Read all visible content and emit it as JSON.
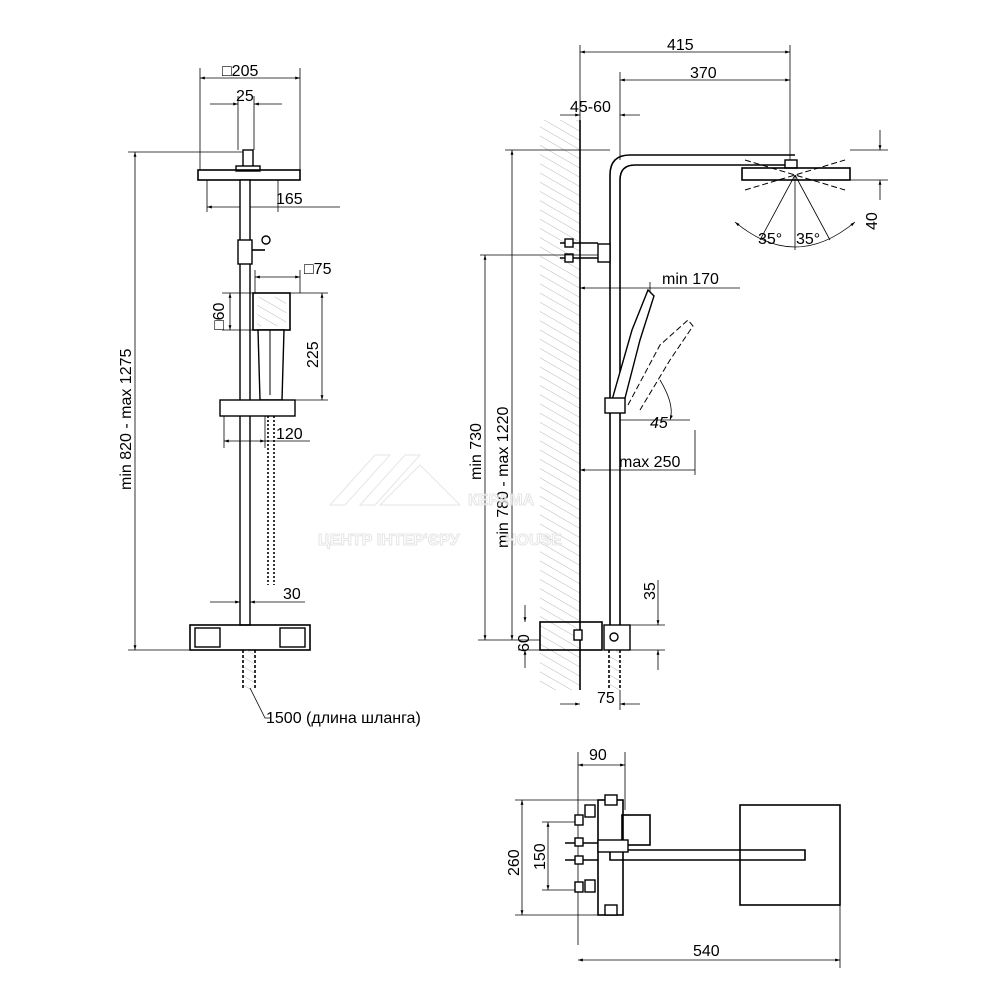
{
  "front_view": {
    "head_size": "□205",
    "connector": "25",
    "head_depth": "165",
    "hand_shower_width": "□75",
    "hand_shower_height": "□60",
    "hand_shower_length": "225",
    "holder_offset": "120",
    "bar_offset": "30",
    "total_height": "min 820 - max 1275",
    "hose_note": "1500 (длина шланга)"
  },
  "side_view": {
    "reach_total": "415",
    "arm_length": "370",
    "wall_offset": "45-60",
    "head_tilt_height": "40",
    "tilt_angle_left": "35°",
    "tilt_angle_right": "35°",
    "hand_shower_min": "min 170",
    "hand_shower_angle": "45",
    "hand_shower_max": "max 250",
    "mixer_min_height": "min 730",
    "bar_height": "min 780 - max 1220",
    "mixer_top": "35",
    "mixer_height": "60",
    "mixer_depth": "75"
  },
  "top_view": {
    "depth": "90",
    "width": "260",
    "inlet_spacing": "150",
    "length": "540"
  },
  "watermark": {
    "brand": "КЕРАМА",
    "brand2": "HOUSE",
    "tagline": "ЦЕНТР ІНТЕР'ЄРУ"
  }
}
